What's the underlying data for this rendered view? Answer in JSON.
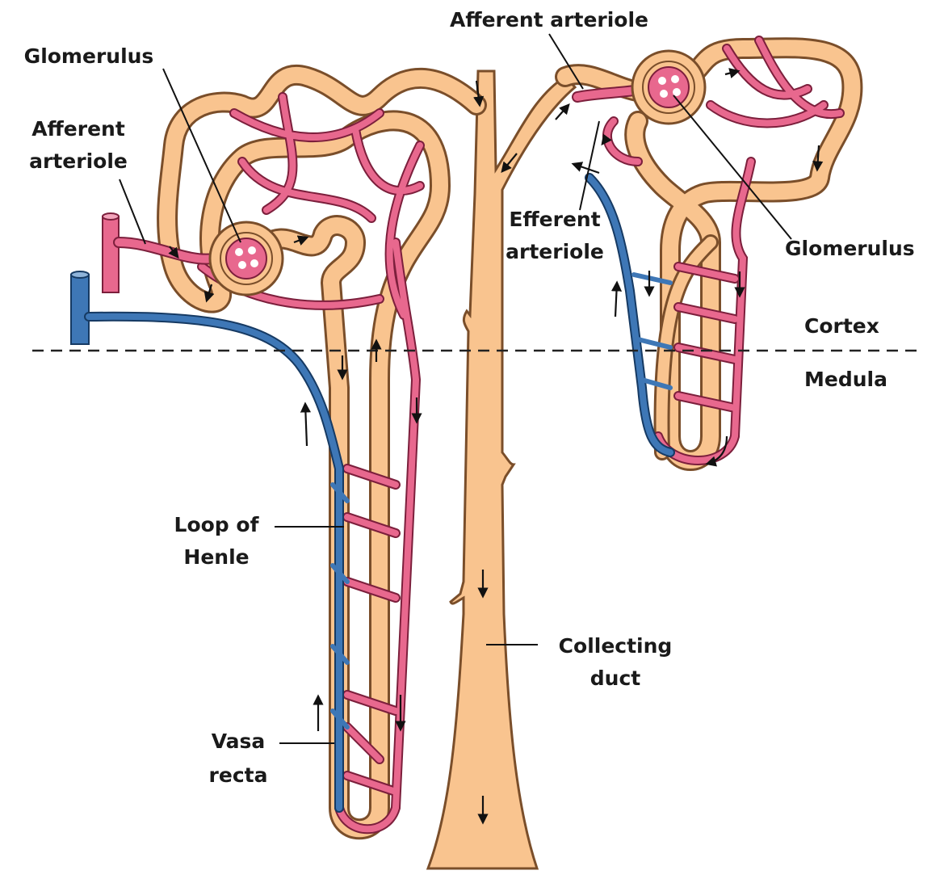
{
  "labels": {
    "glomerulus_left": "Glomerulus",
    "afferent_left_line1": "Afferent",
    "afferent_left_line2": "arteriole",
    "afferent_top": "Afferent arteriole",
    "efferent_line1": "Efferent",
    "efferent_line2": "arteriole",
    "glomerulus_right": "Glomerulus",
    "cortex": "Cortex",
    "medula": "Medula",
    "loop_line1": "Loop of",
    "loop_line2": "Henle",
    "collecting_line1": "Collecting",
    "collecting_line2": "duct",
    "vasa_line1": "Vasa",
    "vasa_line2": "recta"
  },
  "colors": {
    "tubule": "#f9c48f",
    "tubule_outline": "#7a4e2a",
    "arterial": "#e8688e",
    "arterial_outline": "#7c1f3c",
    "venous": "#3e77b6",
    "venous_outline": "#163a63",
    "boundary": "#222222",
    "text": "#1a1a1a"
  }
}
